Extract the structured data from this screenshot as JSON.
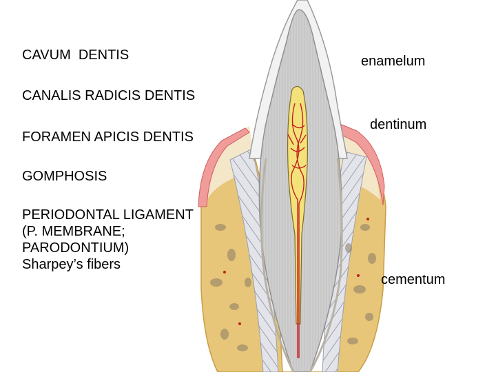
{
  "labels_left": {
    "cavum_dentis": "CAVUM  DENTIS",
    "canalis_radicis_dentis": "CANALIS RADICIS DENTIS",
    "foramen_apicis_dentis": "FORAMEN APICIS DENTIS",
    "gomphosis": "GOMPHOSIS",
    "periodontal_ligament": "PERIODONTAL LIGAMENT",
    "p_membrane": "(P. MEMBRANE;",
    "parodontium": "PARODONTIUM)",
    "sharpeys_fibers": "Sharpey’s fibers"
  },
  "labels_right": {
    "enamelum": "enamelum",
    "dentinum": "dentinum",
    "cementum": "cementum"
  },
  "colors": {
    "bone": "#e7c67a",
    "bone_dark": "#c99d45",
    "bone_cavity": "#8a7a66",
    "gum": "#ef9c9a",
    "gum_edge": "#d25c5c",
    "gum_top": "#f4e6c9",
    "ligament": "#e3e4ea",
    "dentin": "#c9c9c9",
    "enamel": "#f2f2f2",
    "pulp": "#f3e27a",
    "vessel": "#c21e1e"
  }
}
